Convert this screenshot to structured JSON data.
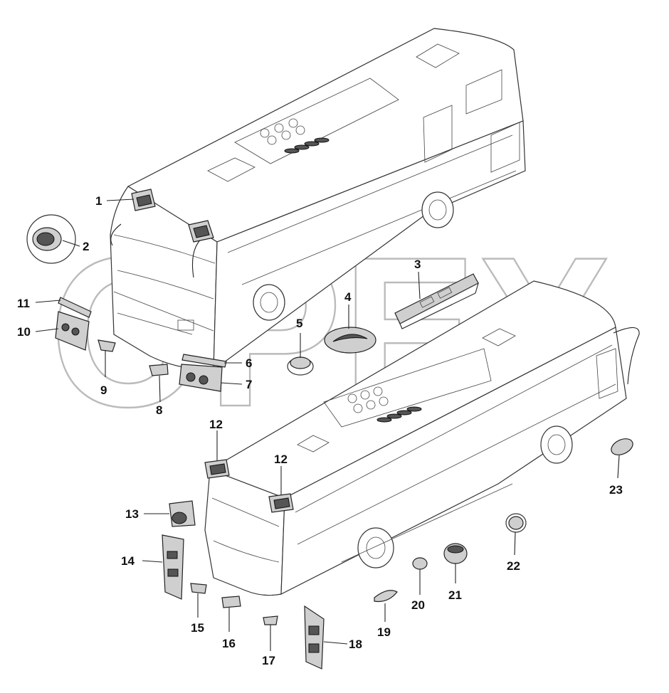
{
  "watermark": "OPEX",
  "callouts": {
    "c1": "1",
    "c2": "2",
    "c3": "3",
    "c4": "4",
    "c5": "5",
    "c6": "6",
    "c7": "7",
    "c8": "8",
    "c9": "9",
    "c10": "10",
    "c11": "11",
    "c12a": "12",
    "c12b": "12",
    "c13": "13",
    "c14": "14",
    "c15": "15",
    "c16": "16",
    "c17": "17",
    "c18": "18",
    "c19": "19",
    "c20": "20",
    "c21": "21",
    "c22": "22",
    "c23": "23"
  }
}
